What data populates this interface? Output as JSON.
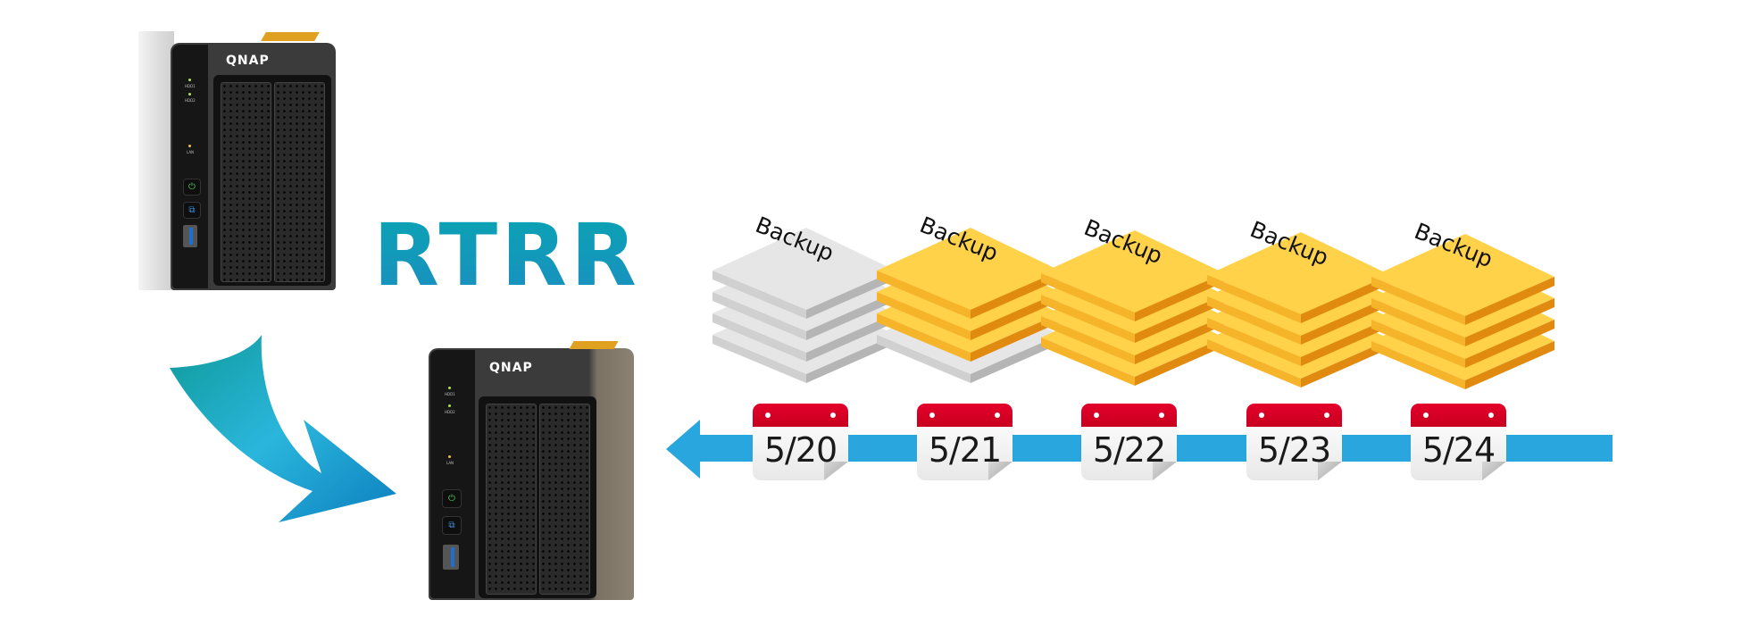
{
  "title": "RTRR",
  "devices": [
    {
      "brand": "QNAP",
      "role": "source",
      "leds": [
        "HDD1",
        "HDD2",
        "LAN"
      ]
    },
    {
      "brand": "QNAP",
      "role": "destination",
      "leds": [
        "HDD1",
        "HDD2",
        "LAN"
      ]
    }
  ],
  "icons": {
    "transfer_arrow": "curved-arrow-icon",
    "power": "power-icon",
    "copy": "copy-icon",
    "usb": "usb-port-icon",
    "calendar": "calendar-icon"
  },
  "backups": [
    {
      "label": "Backup",
      "state": "old",
      "color": "#d6d6d6"
    },
    {
      "label": "Backup",
      "state": "incremental",
      "color": "#f5b521"
    },
    {
      "label": "Backup",
      "state": "full",
      "color": "#f5b521"
    },
    {
      "label": "Backup",
      "state": "full",
      "color": "#f5b521"
    },
    {
      "label": "Backup",
      "state": "full",
      "color": "#f5b521"
    }
  ],
  "timeline": {
    "direction": "left",
    "dates": [
      "5/20",
      "5/21",
      "5/22",
      "5/23",
      "5/24"
    ],
    "color": "#29a6de"
  },
  "colors": {
    "calendar_header": "#e4002b",
    "title_gradient_top": "#0aa3b3",
    "title_gradient_bottom": "#1a8fc0"
  }
}
